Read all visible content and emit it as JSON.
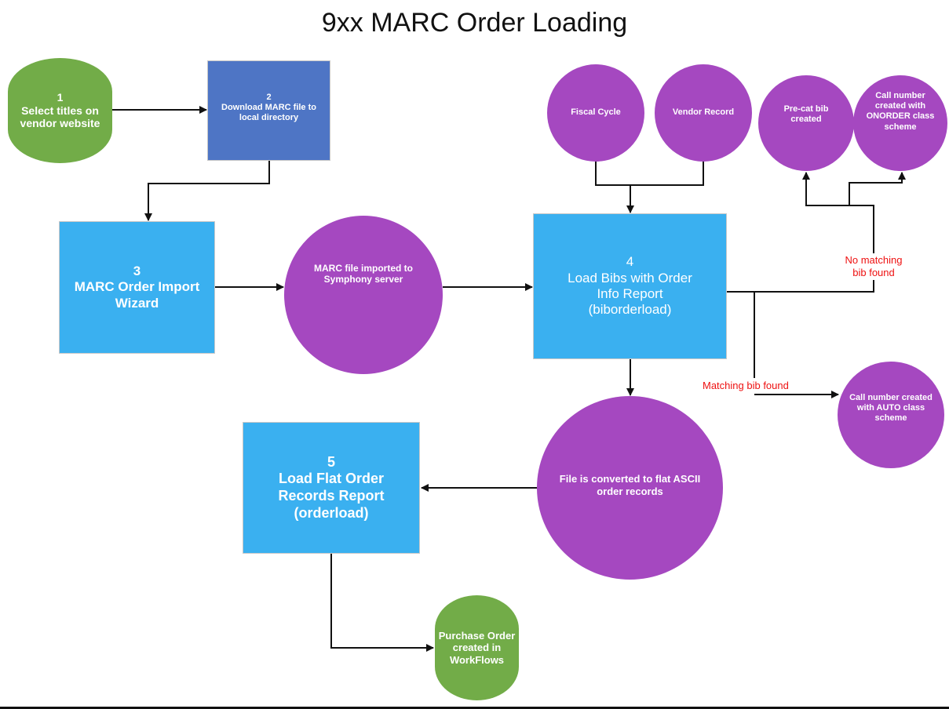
{
  "title": "9xx MARC Order Loading",
  "colors": {
    "process_box": "#3AB0F0",
    "download_box": "#4E75C5",
    "data_circle": "#A548C0",
    "terminal": "#72AC48",
    "condition_label": "#EE1111",
    "connector": "#111111"
  },
  "nodes": {
    "step1": {
      "number": "1",
      "lines": [
        "Select titles on",
        "vendor website"
      ]
    },
    "step2": {
      "number": "2",
      "lines": [
        "Download MARC file to",
        "local directory"
      ]
    },
    "step3": {
      "number": "3",
      "lines": [
        "MARC Order Import",
        "Wizard"
      ]
    },
    "marc_imported": {
      "lines": [
        "MARC file imported to",
        "Symphony server"
      ]
    },
    "step4": {
      "number": "4",
      "lines": [
        "Load Bibs with Order",
        "Info Report",
        "(biborderload)"
      ]
    },
    "fiscal_cycle": {
      "lines": [
        "Fiscal Cycle"
      ]
    },
    "vendor_record": {
      "lines": [
        "Vendor Record"
      ]
    },
    "precat_bib": {
      "lines": [
        "Pre-cat bib",
        "created"
      ]
    },
    "call_onorder": {
      "lines": [
        "Call number",
        "created with",
        "ONORDER class",
        "scheme"
      ]
    },
    "call_auto": {
      "lines": [
        "Call number created",
        "with AUTO class",
        "scheme"
      ]
    },
    "flat_ascii": {
      "lines": [
        "File is converted to flat ASCII",
        "order records"
      ]
    },
    "step5": {
      "number": "5",
      "lines": [
        "Load Flat Order",
        "Records Report",
        "(orderload)"
      ]
    },
    "purchase_order": {
      "lines": [
        "Purchase Order",
        "created in",
        "WorkFlows"
      ]
    }
  },
  "conditions": {
    "no_match": [
      "No matching",
      "bib found"
    ],
    "match": "Matching bib found"
  }
}
